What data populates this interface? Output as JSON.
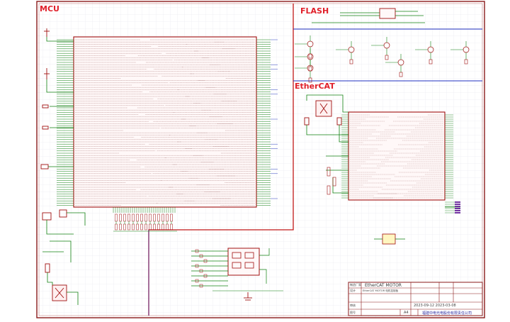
{
  "sections": {
    "mcu": "MCU",
    "flash": "FLASH",
    "ethercat": "EtherCAT"
  },
  "title_block": {
    "title": "EtherCAT MOTOR",
    "dates": "2023-09-12  2023-03-08",
    "company": "福建中电光电股份有限责任公司",
    "col1_a": "制造厂家",
    "col1_b": "设计",
    "col1_c": "审核",
    "size_label": "图号",
    "size_value": "A4",
    "subtitle": "EtherCAT MOTOR 电机控制板"
  },
  "colors": {
    "border": "#8a1a1a",
    "wire": "#108010",
    "part": "#a01010",
    "section_line": "#2030c0",
    "title_text": "#e0202a",
    "grid": "#e8e8ec"
  }
}
